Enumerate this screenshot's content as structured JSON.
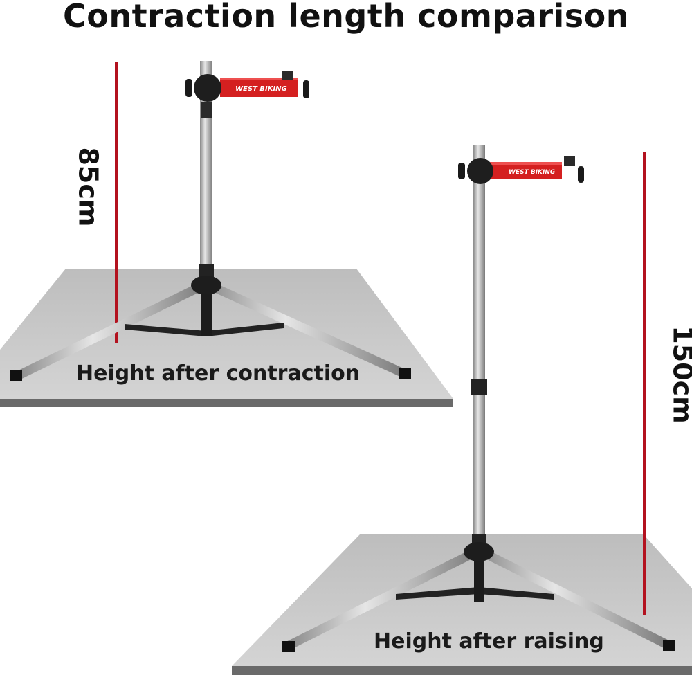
{
  "title": "Contraction length comparison",
  "left_stand": {
    "height_label": "85cm",
    "caption": "Height after contraction",
    "brand": "WEST BIKING"
  },
  "right_stand": {
    "height_label": "150cm",
    "caption": "Height after raising",
    "brand": "WEST BIKING"
  },
  "colors": {
    "measure_line": "#b3121f",
    "arm": "#d42020",
    "platform": "#c4c4c4"
  }
}
